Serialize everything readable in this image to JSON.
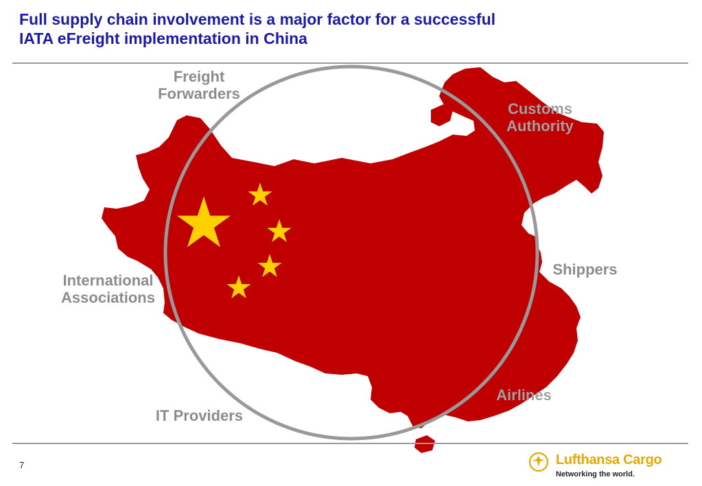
{
  "title": {
    "line1": "Full supply chain involvement is a major factor for a successful",
    "line2": "IATA eFreight implementation in China"
  },
  "diagram": {
    "map_icon": "china-map-with-flag-stars",
    "colors": {
      "map": "#c00000",
      "stars": "#ffd000",
      "ring": "#999999",
      "title": "#1a1ab0",
      "labels": "#8c8c8c"
    },
    "stakeholders": {
      "freight_forwarders": {
        "line1": "Freight",
        "line2": "Forwarders"
      },
      "customs_authority": {
        "line1": "Customs",
        "line2": "Authority"
      },
      "shippers": "Shippers",
      "international_associations": {
        "line1": "International",
        "line2": "Associations"
      },
      "airlines": "Airlines",
      "it_providers": "IT Providers"
    }
  },
  "footer": {
    "page_number": "7",
    "brand": {
      "icon": "lufthansa-crane-icon",
      "name": "Lufthansa Cargo",
      "tagline": "Networking the world."
    }
  }
}
